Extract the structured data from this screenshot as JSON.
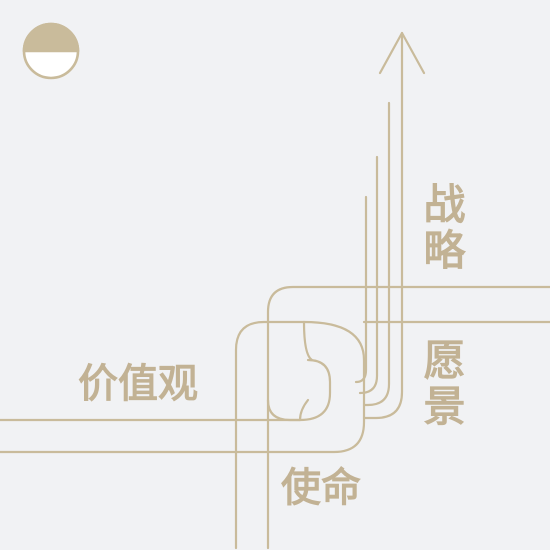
{
  "labels": {
    "values": "价值观",
    "mission": "使命",
    "strategy": "战略",
    "vision": "愿景"
  },
  "colors": {
    "background": "#f1f2f4",
    "line": "#c9bb9b",
    "text": "#c2b294",
    "logo_top": "#c9bb9b",
    "logo_bottom": "#ffffff"
  },
  "icons": {
    "logo": "half-filled-circle-icon",
    "arrow": "arrow-up-icon"
  }
}
